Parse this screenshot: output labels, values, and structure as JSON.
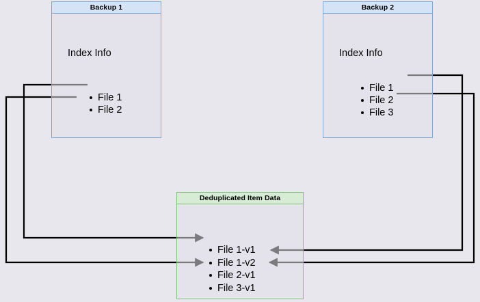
{
  "page": {
    "background_color": "#e8e7ed",
    "type": "deduplication-flow-diagram"
  },
  "nodes": {
    "backup_1": {
      "title": "Backup 1",
      "section_label": "Index Info",
      "border_color": "#7ea6d6",
      "header_color": "#d5e3f7",
      "files": [
        "File 1",
        "File 2"
      ]
    },
    "backup_2": {
      "title": "Backup 2",
      "section_label": "Index Info",
      "border_color": "#7ea6d6",
      "header_color": "#d5e3f7",
      "files": [
        "File 1",
        "File 2",
        "File 3"
      ]
    },
    "dedup_store": {
      "title": "Deduplicated Item Data",
      "border_color": "#82c07d",
      "header_color": "#d6ecd4",
      "items": [
        "File 1-v1",
        "File 1-v2",
        "File 2-v1",
        "File 3-v1"
      ]
    }
  },
  "connections": [
    {
      "from": "backup_1.File 1",
      "to": "dedup_store.File 1-v1",
      "route": "left",
      "color": "#000000"
    },
    {
      "from": "backup_1.File 2",
      "to": "dedup_store.File 2-v1",
      "route": "left",
      "color": "#000000"
    },
    {
      "from": "backup_2.File 1",
      "to": "dedup_store.File 1-v2",
      "route": "right",
      "color": "#000000"
    },
    {
      "from": "backup_2.File 2",
      "to": "dedup_store.File 2-v1",
      "route": "right",
      "color": "#000000"
    }
  ]
}
